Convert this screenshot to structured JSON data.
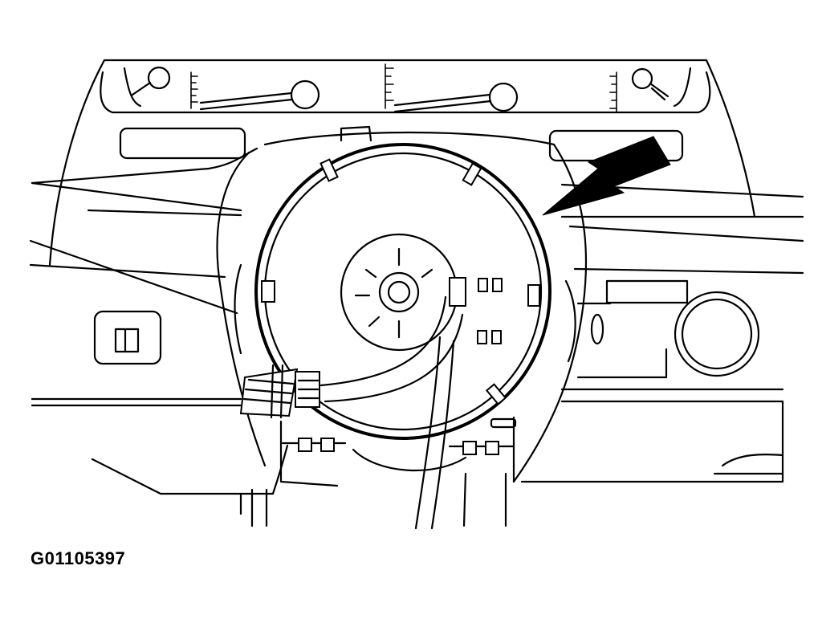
{
  "figure_id": "G01105397",
  "colors": {
    "line": "#000000",
    "background": "#ffffff"
  },
  "components": [
    "instrument-cluster",
    "clockspring",
    "clockspring-electrical-connector",
    "steering-column",
    "indicator-arrow"
  ]
}
